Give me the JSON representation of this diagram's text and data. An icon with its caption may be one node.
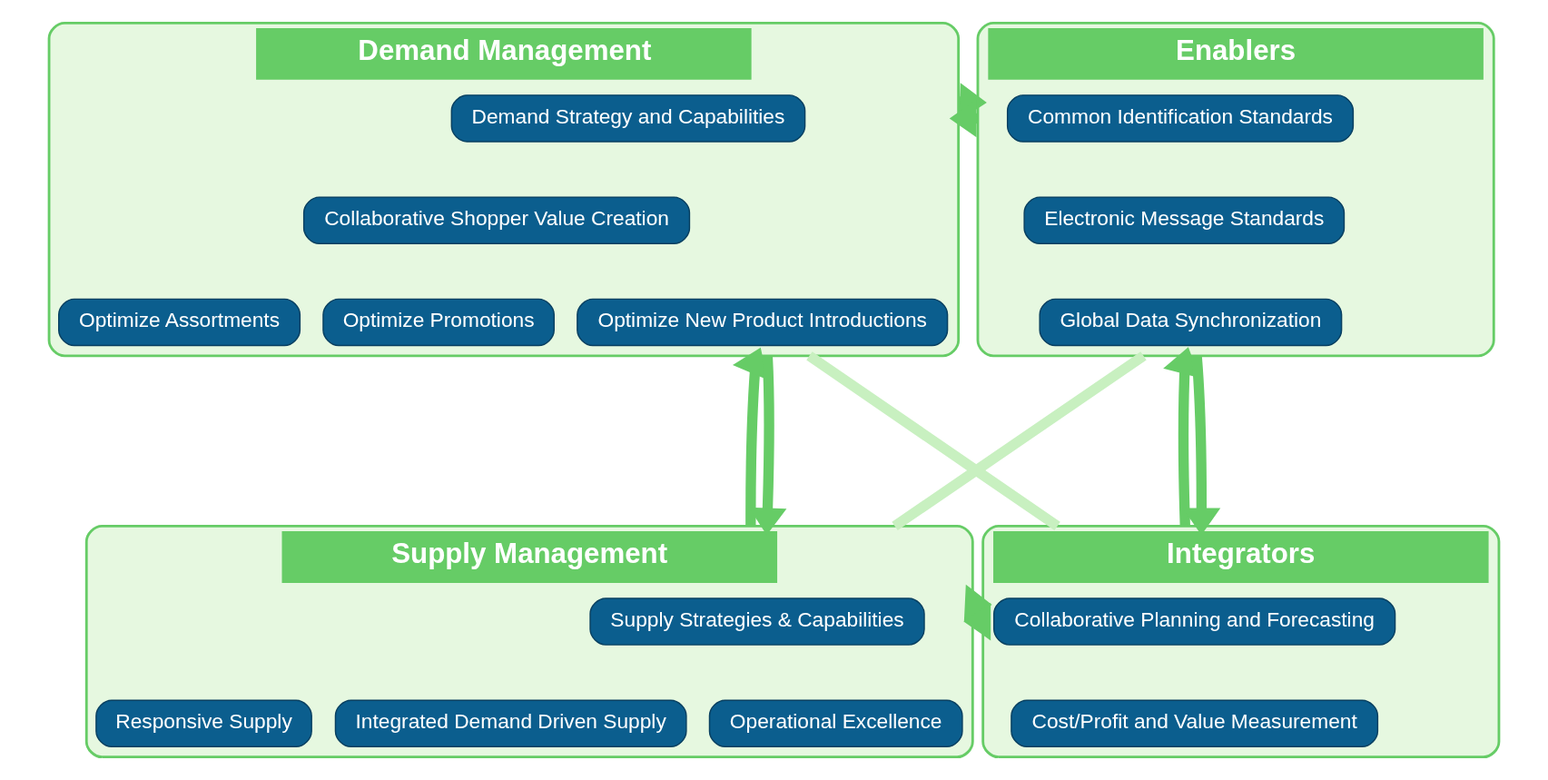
{
  "diagram": {
    "nodes": [
      {
        "text": [
          "Demand Management"
        ]
      },
      {
        "text": [
          "Demand Strategy and Capabilities"
        ],
        "in": 0
      },
      {
        "text": [
          "Collaborative Shopper Value Creation"
        ],
        "in": 0
      },
      {
        "text": [
          "Optimize Assortments"
        ],
        "in": 0
      },
      {
        "text": [
          "Optimize Promotions"
        ],
        "in": 0
      },
      {
        "text": [
          "Optimize New Product Introductions"
        ],
        "in": 0
      },
      {
        "text": [
          "Enablers"
        ]
      },
      {
        "text": [
          "Common Identification Standards"
        ],
        "in": 6
      },
      {
        "text": [
          "Electronic Message Standards"
        ],
        "in": 6
      },
      {
        "text": [
          "Global Data Synchronization"
        ],
        "in": 6
      },
      {
        "text": [
          "Supply Management"
        ]
      },
      {
        "text": [
          "Supply Strategies & Capabilities"
        ],
        "in": 10
      },
      {
        "text": [
          "Responsive Supply"
        ],
        "in": 10
      },
      {
        "text": [
          "Integrated Demand Driven Supply"
        ],
        "in": 10
      },
      {
        "text": [
          "Operational Excellence"
        ],
        "in": 10
      },
      {
        "text": [
          "Integrators"
        ]
      },
      {
        "text": [
          "Collaborative Planning and Forecasting"
        ],
        "in": 15
      },
      {
        "text": [
          "Cost/Profit and Value Measurement"
        ],
        "in": 15
      }
    ],
    "edges": [
      {
        "from": 0,
        "to": 6,
        "arrow": "to"
      },
      {
        "from": 6,
        "to": 0,
        "arrow": "to"
      },
      {
        "from": 10,
        "to": 0,
        "arrow": "to"
      },
      {
        "from": 0,
        "to": 10,
        "arrow": "to"
      },
      {
        "from": 15,
        "to": 6,
        "arrow": "to"
      },
      {
        "from": 6,
        "to": 15,
        "arrow": "to"
      },
      {
        "from": 10,
        "to": 15,
        "arrow": "to"
      },
      {
        "from": 15,
        "to": 10,
        "arrow": "to"
      },
      {
        "from": 0,
        "to": 15,
        "arrow": "none",
        "color": "#c8f0c0"
      },
      {
        "from": 10,
        "to": 6,
        "arrow": "none",
        "color": "#c8f0c0"
      }
    ]
  }
}
